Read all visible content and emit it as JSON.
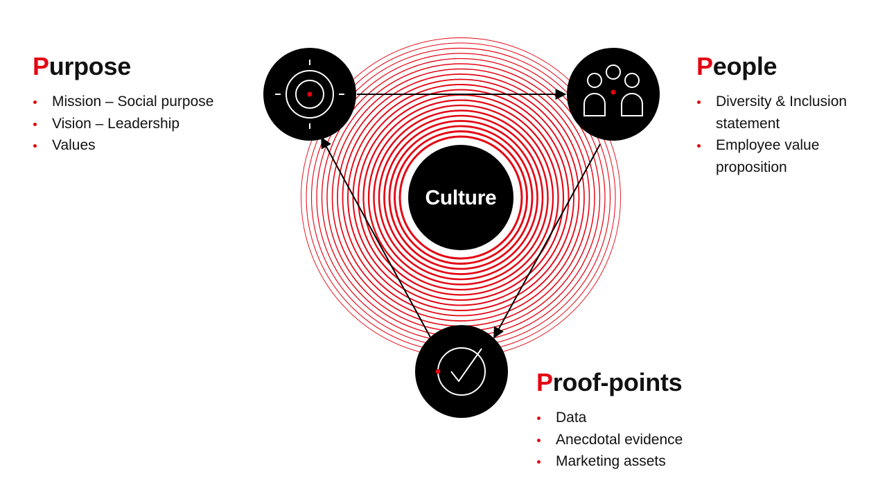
{
  "center": {
    "label": "Culture"
  },
  "purpose": {
    "initial": "P",
    "rest": "urpose",
    "items": [
      "Mission – Social purpose",
      "Vision – Leadership",
      "Values"
    ]
  },
  "people": {
    "initial": "P",
    "rest": "eople",
    "items": [
      "Diversity & Inclusion statement",
      "Employee value proposition"
    ]
  },
  "proof": {
    "initial": "P",
    "rest": "roof-points",
    "items": [
      "Data",
      "Anecdotal evidence",
      "Marketing assets"
    ]
  },
  "icons": {
    "purpose": "target-icon",
    "people": "group-icon",
    "proof": "checkmark-circle-icon"
  },
  "colors": {
    "accent": "#e30613",
    "node": "#000000",
    "text": "#111111"
  }
}
